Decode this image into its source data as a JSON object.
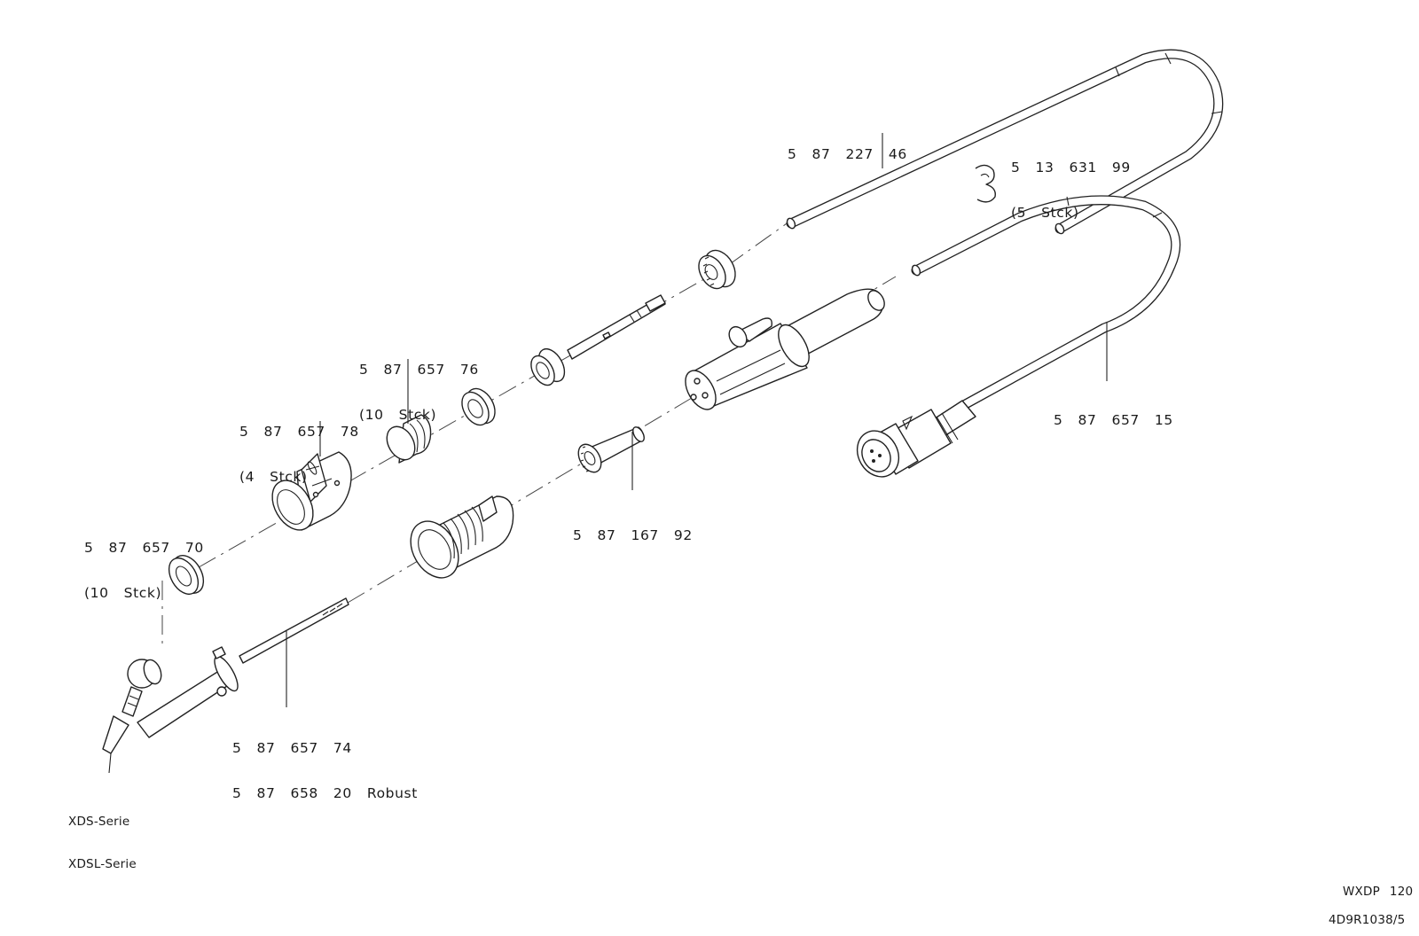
{
  "labels": {
    "tube_227": {
      "line1": "5  87  227  46"
    },
    "clip_631": {
      "line1": "5  13  631  99",
      "line2": "(5  Stck)"
    },
    "seal_657_76": {
      "line1": "5  87  657  76",
      "line2": "(10  Stck)"
    },
    "holder_657_78": {
      "line1": "5  87  657  78",
      "line2": "(4  Stck)"
    },
    "washer_657_70": {
      "line1": "5  87  657  70",
      "line2": "(10  Stck)"
    },
    "cable_657_15": {
      "line1": "5  87  657  15"
    },
    "sleeve_167_92": {
      "line1": "5  87  167  92"
    },
    "tip_657_74": {
      "line1": "5  87  657  74",
      "line2": "5  87  658  20  Robust"
    },
    "series": {
      "line1": "XDS-Serie",
      "line2": "XDSL-Serie"
    }
  },
  "footer": {
    "model": "WXDP  120",
    "doc_number": "4D9R1038/5"
  }
}
